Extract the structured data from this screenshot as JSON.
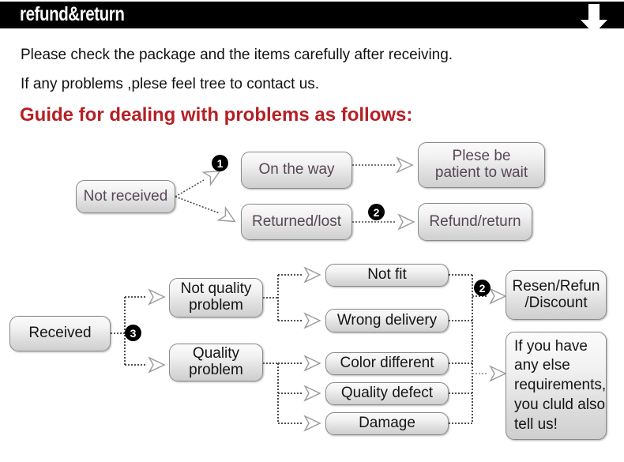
{
  "header": {
    "title": "refund&return",
    "arrow_icon": "arrow-down-icon"
  },
  "intro": {
    "line1": "Please check the package and the items carefully after receiving.",
    "line2": "If any problems ,plese feel tree to contact us.",
    "guide_heading": "Guide for dealing with problems as follows:"
  },
  "colors": {
    "header_background": "#000000",
    "header_text": "#ffffff",
    "heading_red": "#b52025",
    "box_text_purple": "#584656",
    "box_text_black": "#151515",
    "box_border": "#8a8a8a",
    "badge_background": "#000000"
  },
  "flow_top": {
    "badges": [
      {
        "number": "1"
      },
      {
        "number": "2"
      }
    ],
    "nodes": [
      {
        "id": "not-received",
        "label": "Not received"
      },
      {
        "id": "on-the-way",
        "label": "On the way"
      },
      {
        "id": "returned-lost",
        "label": "Returned/lost"
      },
      {
        "id": "plese-be-patient",
        "label": "Plese be\npatient to wait"
      },
      {
        "id": "refund-return",
        "label": "Refund/return"
      }
    ]
  },
  "flow_bottom": {
    "badges": [
      {
        "number": "3"
      },
      {
        "number": "2"
      }
    ],
    "nodes": [
      {
        "id": "received",
        "label": "Received"
      },
      {
        "id": "not-quality-problem",
        "label": "Not quality\nproblem"
      },
      {
        "id": "quality-problem",
        "label": "Quality\nproblem"
      },
      {
        "id": "not-fit",
        "label": "Not fit"
      },
      {
        "id": "wrong-delivery",
        "label": "Wrong delivery"
      },
      {
        "id": "color-different",
        "label": "Color different"
      },
      {
        "id": "quality-defect",
        "label": "Quality defect"
      },
      {
        "id": "damage",
        "label": "Damage"
      },
      {
        "id": "resend-refund-discount",
        "label": "Resen/Refun\n/Discount"
      },
      {
        "id": "contact-note",
        "label": "If you have\nany else\nrequirements,\nyou cluld also\ntell us!"
      }
    ]
  }
}
